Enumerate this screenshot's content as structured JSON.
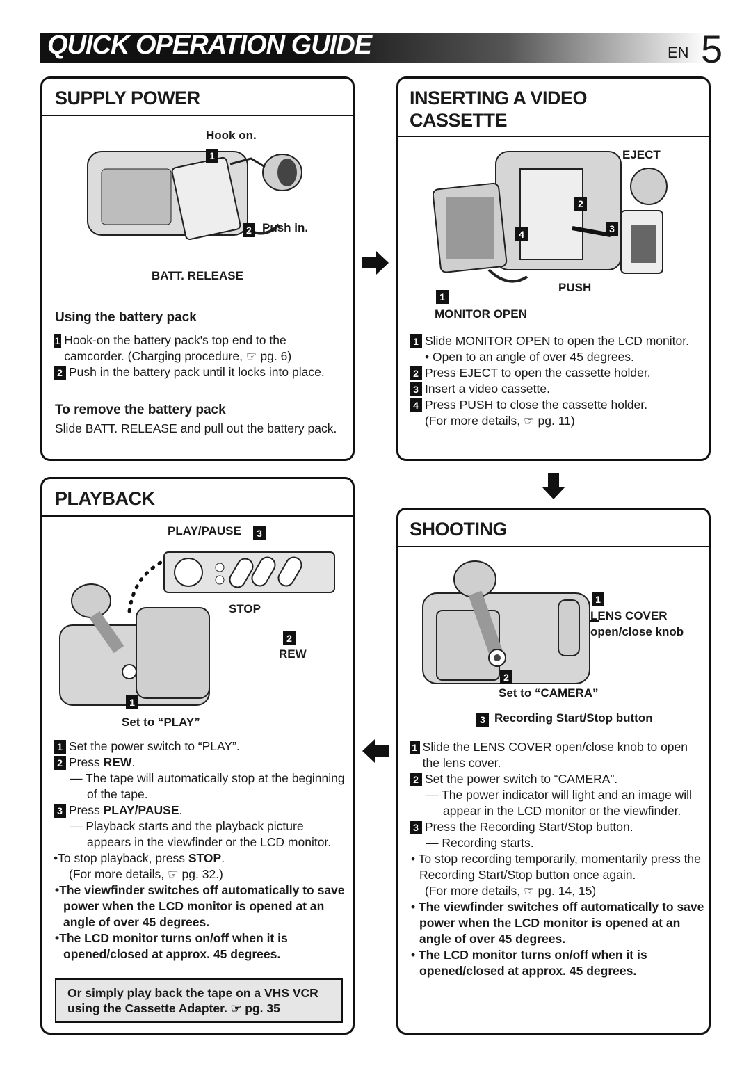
{
  "header": {
    "title": "QUICK OPERATION GUIDE",
    "lang": "EN",
    "page": "5"
  },
  "supply": {
    "title": "SUPPLY POWER",
    "hook_on": "Hook on.",
    "push_in": "Push in.",
    "batt_release": "BATT. RELEASE",
    "using_title": "Using the battery pack",
    "step1": "Hook-on the battery pack's top end to the camcorder. (Charging procedure, ☞ pg. 6)",
    "step2": "Push in the battery pack until it locks into place.",
    "remove_title": "To remove the battery pack",
    "remove_text": "Slide BATT. RELEASE and pull out the battery pack."
  },
  "insert": {
    "title_1": "INSERTING A VIDEO",
    "title_2": "CASSETTE",
    "eject": "EJECT",
    "push": "PUSH",
    "monitor_open": "MONITOR OPEN",
    "step1": "Slide MONITOR OPEN to open the LCD monitor.",
    "step1_note": "• Open to an angle of over 45 degrees.",
    "step2": "Press EJECT to open the cassette holder.",
    "step3": "Insert a video cassette.",
    "step4": "Press PUSH to close the cassette holder.",
    "step4_note": "(For more details, ☞ pg. 11)"
  },
  "playback": {
    "title": "PLAYBACK",
    "play_pause": "PLAY/PAUSE",
    "stop": "STOP",
    "rew": "REW",
    "set_play": "Set to “PLAY”",
    "step1": "Set the power switch to “PLAY”.",
    "step2_pre": "Press ",
    "step2_bold": "REW",
    "step2_end": ".",
    "step2_note": "— The tape will automatically stop at the beginning of the tape.",
    "step3_pre": "Press ",
    "step3_bold": "PLAY/PAUSE",
    "step3_end": ".",
    "step3_note": "— Playback starts and the playback picture appears in the viewfinder or the LCD monitor.",
    "stop_pre": "•To stop playback, press ",
    "stop_bold": "STOP",
    "stop_end": ".",
    "stop_ref": "(For more details, ☞ pg. 32.)",
    "note1": "•The viewfinder switches off automatically to save power when the LCD monitor is opened at an angle of over 45 degrees.",
    "note2": "•The LCD monitor turns on/off when it is opened/closed at approx. 45 degrees.",
    "box": "Or simply play back the tape on a VHS VCR using the Cassette Adapter. ☞ pg. 35"
  },
  "shooting": {
    "title": "SHOOTING",
    "lens_cover": "LENS COVER",
    "knob": "open/close knob",
    "set_camera": "Set to “CAMERA”",
    "rec_button": "Recording Start/Stop button",
    "step1": "Slide the LENS COVER open/close knob to open the lens cover.",
    "step2": "Set the power switch to “CAMERA”.",
    "step2_note": "— The power indicator will light and an image will appear in the LCD monitor or the viewfinder.",
    "step3": "Press the Recording Start/Stop button.",
    "step3_note": "— Recording starts.",
    "note_stop": "• To stop recording temporarily, momentarily press the Recording Start/Stop button once again.",
    "note_ref": "(For more details, ☞ pg. 14, 15)",
    "note1": "• The viewfinder switches off automatically to save power when the LCD monitor is opened at an angle of over 45 degrees.",
    "note2": "• The LCD monitor turns on/off when it is opened/closed at approx. 45 degrees."
  }
}
